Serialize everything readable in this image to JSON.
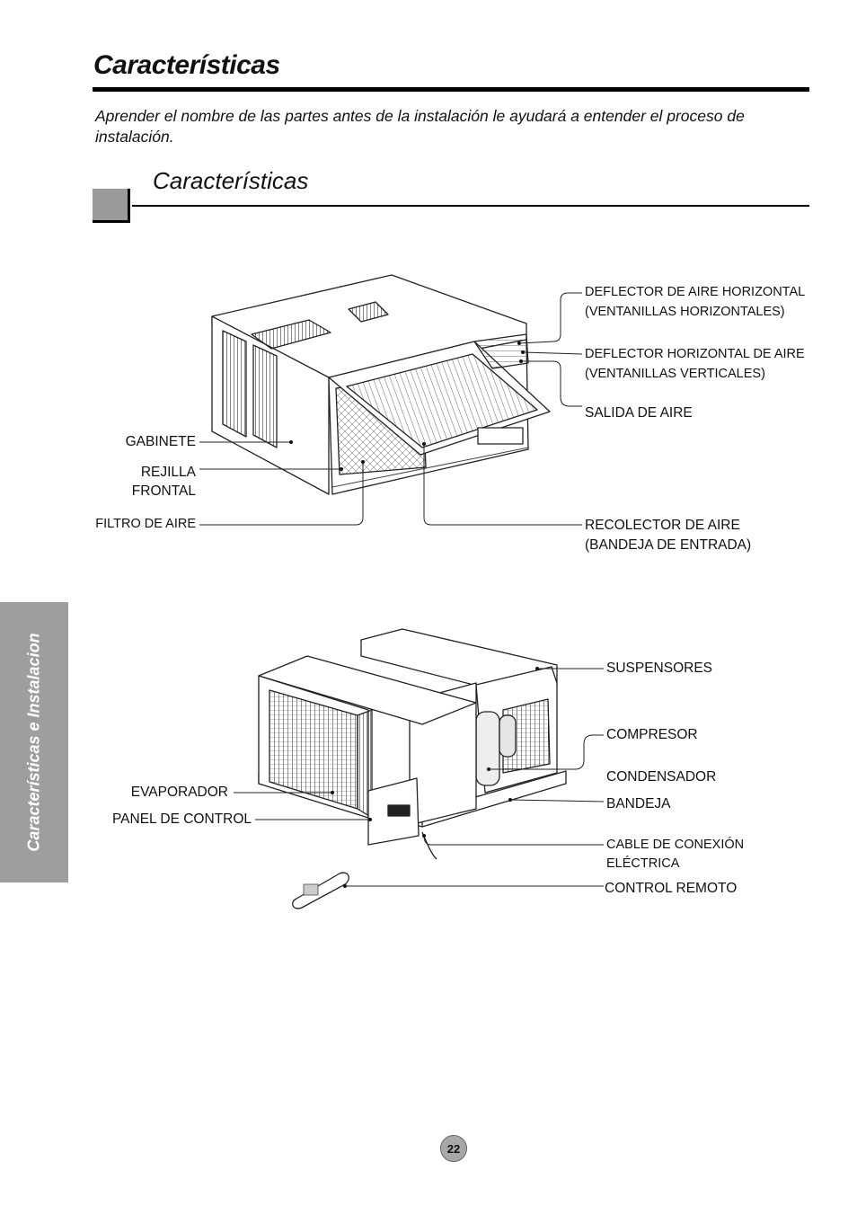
{
  "page": {
    "title": "Características",
    "intro": "Aprender el nombre de las partes antes de la instalación le ayudará a entender el proceso de instalación.",
    "section_title": "Características",
    "side_tab": "Características e Instalacion",
    "page_number": "22"
  },
  "figure1": {
    "labels": {
      "deflector_h_1": "DEFLECTOR DE AIRE HORIZONTAL",
      "deflector_h_2": "(VENTANILLAS HORIZONTALES)",
      "deflector_v_1": "DEFLECTOR HORIZONTAL DE AIRE",
      "deflector_v_2": "(VENTANILLAS VERTICALES)",
      "salida": "SALIDA DE AIRE",
      "gabinete": "GABINETE",
      "rejilla_1": "REJILLA",
      "rejilla_2": "FRONTAL",
      "filtro": "FILTRO DE AIRE",
      "recolector_1": "RECOLECTOR DE AIRE",
      "recolector_2": "(BANDEJA DE ENTRADA)"
    }
  },
  "figure2": {
    "labels": {
      "suspensores": "SUSPENSORES",
      "compresor": "COMPRESOR",
      "condensador": "CONDENSADOR",
      "bandeja": "BANDEJA",
      "evaporador": "EVAPORADOR",
      "panel": "PANEL DE CONTROL",
      "cable_1": "CABLE DE CONEXIÓN",
      "cable_2": "ELÉCTRICA",
      "remoto": "CONTROL REMOTO"
    }
  }
}
